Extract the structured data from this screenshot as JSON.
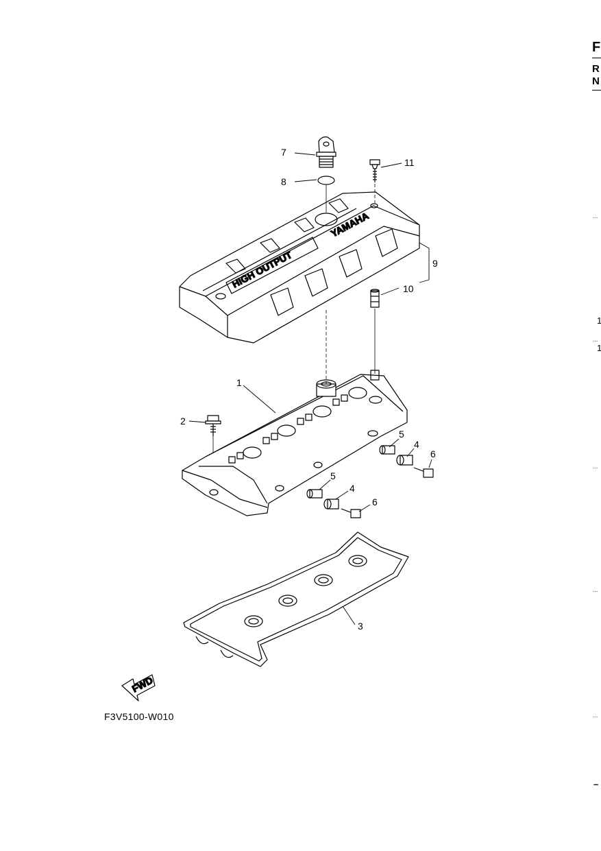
{
  "figure_code": "F3V5100-W010",
  "cover_logo_text": "YAMAHA",
  "cover_badge_text": "HIGH OUTPUT",
  "fwd_label": "FWD",
  "edge_letters": [
    "F",
    "R",
    "N"
  ],
  "edge_numbers": [
    "1",
    "1"
  ],
  "edge_dashes": [
    "...",
    "...",
    "...",
    "...",
    "...",
    "–"
  ],
  "callouts": {
    "c1": "1",
    "c2": "2",
    "c3": "3",
    "c4a": "4",
    "c4b": "4",
    "c5a": "5",
    "c5b": "5",
    "c6a": "6",
    "c6b": "6",
    "c7": "7",
    "c8": "8",
    "c9": "9",
    "c10": "10",
    "c11": "11"
  }
}
